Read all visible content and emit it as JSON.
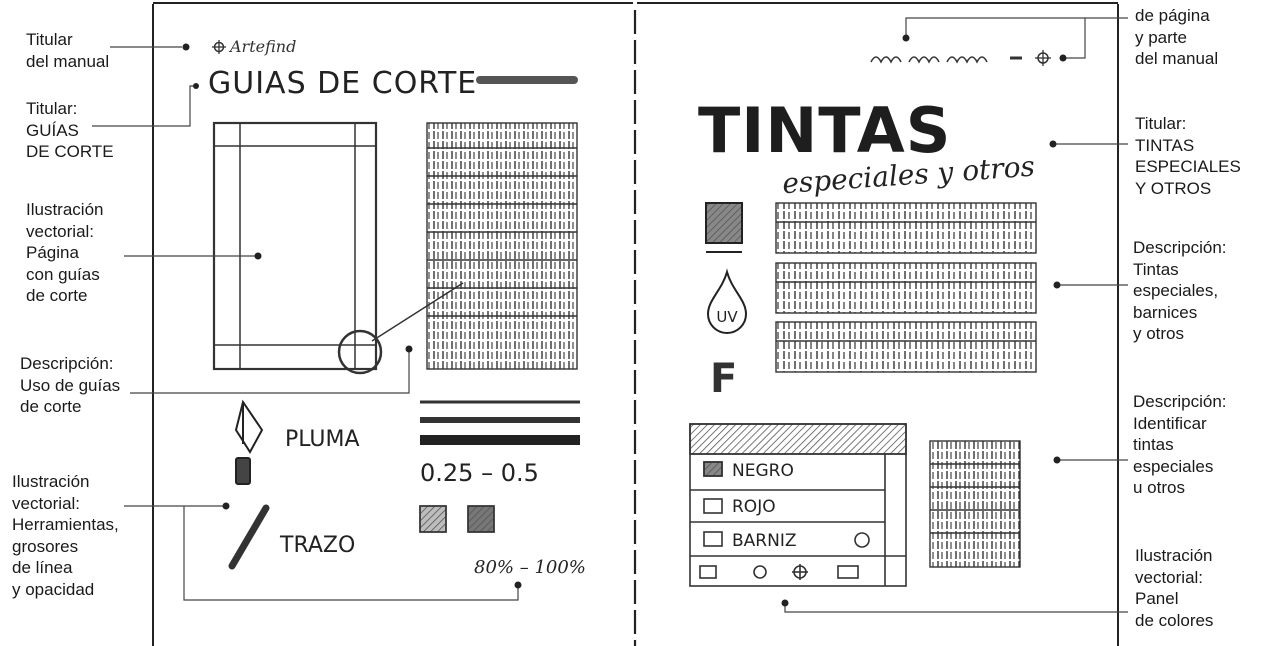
{
  "left_annotations": [
    {
      "id": "titular-manual",
      "lines": [
        "Titular",
        "del manual"
      ]
    },
    {
      "id": "titular-guias",
      "lines": [
        "Titular:",
        "GUÍAS",
        "DE CORTE"
      ]
    },
    {
      "id": "ilustracion-pagina",
      "lines": [
        "Ilustración",
        "vectorial:",
        "Página",
        "con guías",
        "de corte"
      ]
    },
    {
      "id": "descripcion-uso",
      "lines": [
        "Descripción:",
        "Uso de guías",
        "de corte"
      ]
    },
    {
      "id": "ilustracion-herramientas",
      "lines": [
        "Ilustración",
        "vectorial:",
        "Herramientas,",
        "grosores",
        "de línea",
        "y opacidad"
      ]
    }
  ],
  "right_annotations": [
    {
      "id": "numero-pagina",
      "lines": [
        "de página",
        "y parte",
        "del manual"
      ]
    },
    {
      "id": "titular-tintas",
      "lines": [
        "Titular:",
        "TINTAS",
        "ESPECIALES",
        "Y OTROS"
      ]
    },
    {
      "id": "descripcion-tintas",
      "lines": [
        "Descripción:",
        "Tintas",
        "especiales,",
        "barnices",
        "y otros"
      ]
    },
    {
      "id": "descripcion-identificar",
      "lines": [
        "Descripción:",
        "Identificar",
        "tintas",
        "especiales",
        "u otros"
      ]
    },
    {
      "id": "ilustracion-panel",
      "lines": [
        "Ilustración",
        "vectorial:",
        "Panel",
        "de colores"
      ]
    }
  ],
  "sketch": {
    "brand": "Artefind",
    "left_title": "GUIAS DE CORTE",
    "pluma_label": "PLUMA",
    "trazo_label": "TRAZO",
    "stroke_range": "0.25 – 0.5",
    "opacity_range": "80% – 100%",
    "right_title": "TINTAS",
    "right_subtitle": "especiales y otros",
    "uv_label": "UV",
    "f_label": "F",
    "panel_rows": [
      "NEGRO",
      "ROJO",
      "BARNIZ"
    ]
  }
}
